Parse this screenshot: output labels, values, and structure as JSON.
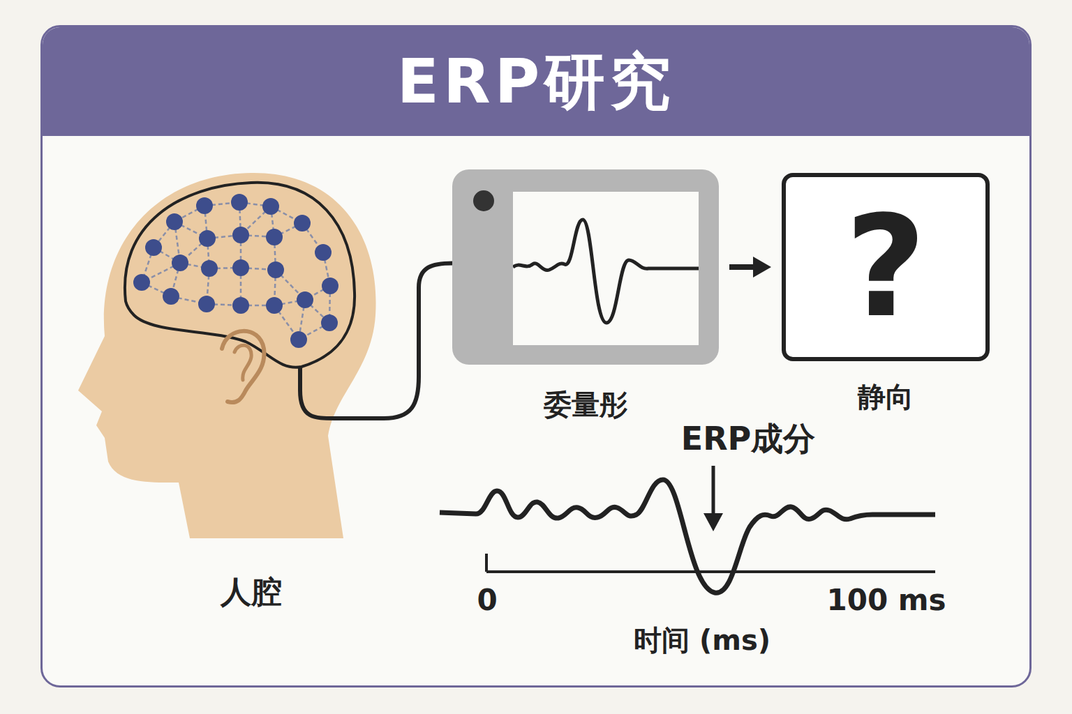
{
  "diagram": {
    "title": "ERP研究",
    "nodes": [
      {
        "text": [
          "人腔"
        ]
      },
      {
        "text": [
          "委量彤"
        ]
      },
      {
        "text": [
          "?",
          "静向"
        ]
      }
    ],
    "edges": [
      {
        "from": 0,
        "to": 1,
        "arrow": "none"
      },
      {
        "from": 1,
        "to": 2,
        "arrow": "to"
      }
    ],
    "labels": [
      "ERP成分",
      "0",
      "100 ms",
      "时间 (ms)"
    ]
  }
}
